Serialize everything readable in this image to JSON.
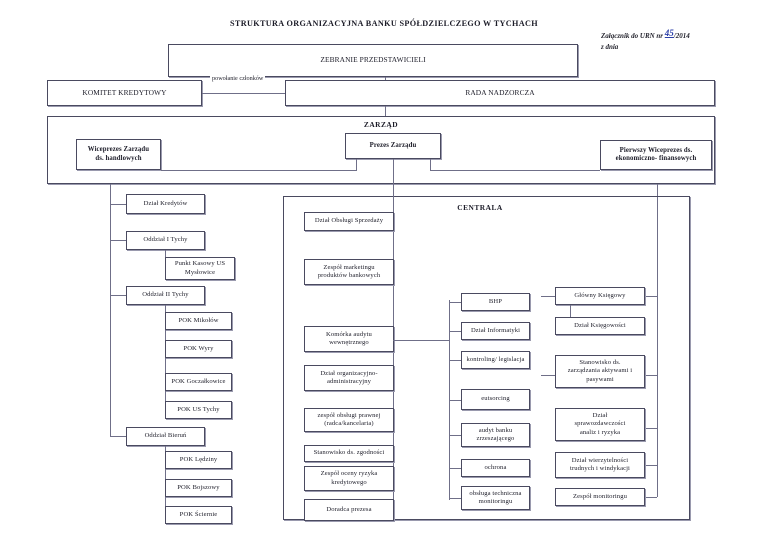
{
  "document": {
    "title": "STRUKTURA  ORGANIZACYJNA  BANKU SPÓŁDZIELCZEGO W TYCHACH",
    "annotation_line1_prefix": "Załącznik do URN nr ",
    "annotation_handwritten": "45",
    "annotation_line1_suffix": "/2014",
    "annotation_line2": "z dnia"
  },
  "top": {
    "assembly": "ZEBRANIE PRZEDSTAWICIELI",
    "credit_committee": "KOMITET KREDYTOWY",
    "edge_label": "powołanie członków",
    "supervisory_board": "RADA NADZORCZA"
  },
  "board": {
    "title": "ZARZĄD",
    "vice_president_commercial": "Wiceprezes Zarządu\nds. handlowych",
    "president": "Prezes Zarządu",
    "first_vice_president_economic": "Pierwszy Wiceprezes ds.\nekonomiczno- finansowych"
  },
  "branches": {
    "credit_department": "Dział Kredytów",
    "branch1": "Oddział I Tychy",
    "branch1_children": [
      "Punkt Kasowy US\nMysłowice"
    ],
    "branch2": "Oddział II Tychy",
    "branch2_children": [
      "POK Mikołów",
      "POK Wyry",
      "POK Goczałkowice",
      "POK US Tychy"
    ],
    "branch3": "Oddział Bieruń",
    "branch3_children": [
      "POK Lędziny",
      "POK Bojszowy",
      "POK Ściernie"
    ]
  },
  "headquarters": {
    "label": "CENTRALA",
    "column_left": [
      "Dział Obsługi Sprzedaży",
      "Zespół marketingu\nproduktów bankowych",
      "Komórka audytu\nwewnętrznego",
      "Dział organizacyjno-\nadministracyjny",
      "zespół obsługi prawnej\n(radca/kancelaria)",
      "Stanowisko ds. zgodności",
      "Zespół oceny ryzyka\nkredytowego",
      "Doradca prezesa"
    ],
    "column_middle": [
      "BHP",
      "Dział Informatyki",
      "kontroling/ legislacja",
      "eutsorcing",
      "audyt banku\nzrzeszającego",
      "ochrona",
      "obsługa techniczna\nmonitoringu"
    ],
    "column_right": [
      "Główny Księgowy",
      "Dział Księgowości",
      "Stanowisko ds.\nzarządzania aktywami i\npasywami",
      "Dział\nsprawozdawczości\nanaliz i ryzyka",
      "Dział wierzytelności\ntrudnych i windykacji",
      "Zespół monitoringu"
    ]
  },
  "colors": {
    "line": "#6f6f88",
    "border": "#4a4a60",
    "handwriting": "#2b3fa8",
    "text": "#1c1c28"
  }
}
